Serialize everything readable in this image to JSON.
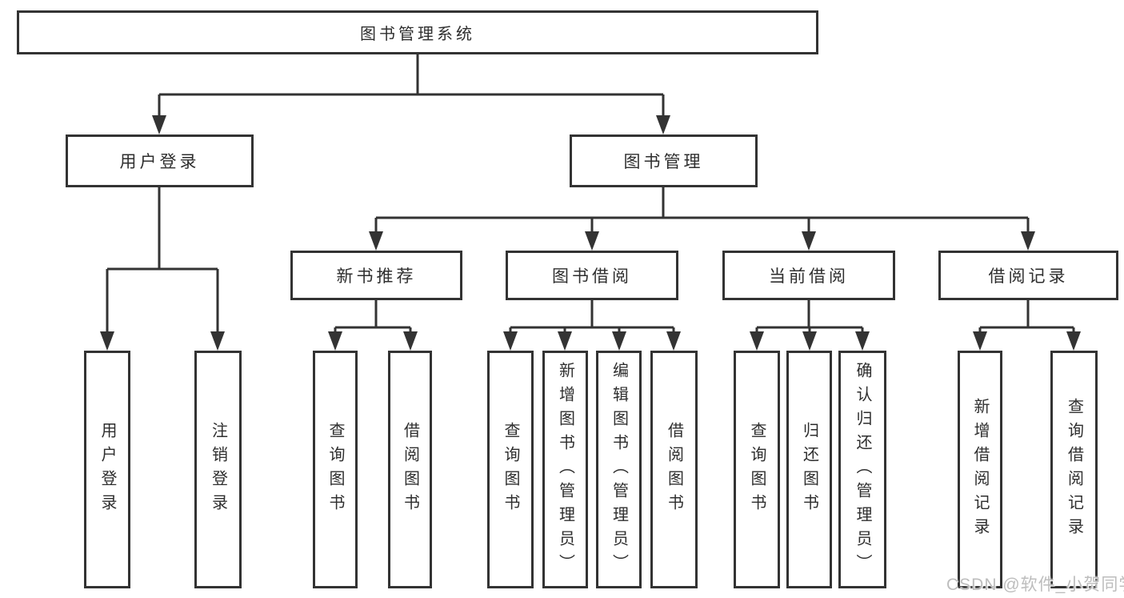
{
  "watermark": "CSDN @软件_小贺同学",
  "colors": {
    "line": "#333333",
    "text": "#2e2e2e",
    "background": "#ffffff",
    "watermark": "#bdbdbd"
  },
  "tree": {
    "label": "图书管理系统",
    "children": [
      {
        "label": "用户登录",
        "children": [
          {
            "label": "用户登录"
          },
          {
            "label": "注销登录"
          }
        ]
      },
      {
        "label": "图书管理",
        "children": [
          {
            "label": "新书推荐",
            "children": [
              {
                "label": "查询图书"
              },
              {
                "label": "借阅图书"
              }
            ]
          },
          {
            "label": "图书借阅",
            "children": [
              {
                "label": "查询图书"
              },
              {
                "label": "新增图书（管理员）"
              },
              {
                "label": "编辑图书（管理员）"
              },
              {
                "label": "借阅图书"
              }
            ]
          },
          {
            "label": "当前借阅",
            "children": [
              {
                "label": "查询图书"
              },
              {
                "label": "归还图书"
              },
              {
                "label": "确认归还（管理员）"
              }
            ]
          },
          {
            "label": "借阅记录",
            "children": [
              {
                "label": "新增借阅记录"
              },
              {
                "label": "查询借阅记录"
              }
            ]
          }
        ]
      }
    ]
  }
}
